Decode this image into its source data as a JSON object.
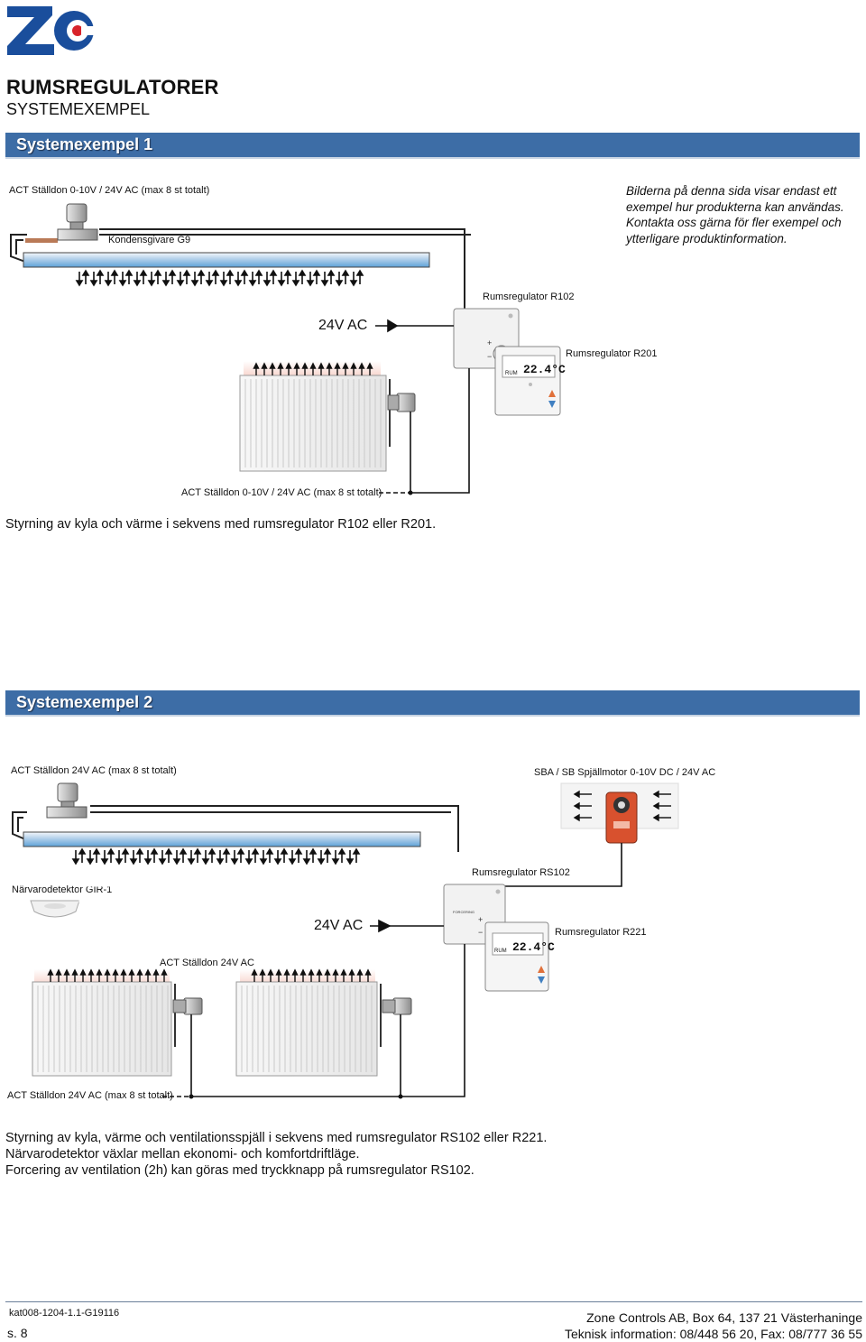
{
  "header": {
    "logo_text": "ZC",
    "title": "RUMSREGULATORER",
    "subtitle": "SYSTEMEXEMPEL"
  },
  "brand_colors": {
    "section_bar": "#3d6da6",
    "logo_blue": "#1a4e9c",
    "logo_red": "#d8232a"
  },
  "example1": {
    "heading": "Systemexempel 1",
    "labels": {
      "actuator_top": "ACT Ställdon 0-10V / 24V AC (max 8 st totalt)",
      "condensation_sensor": "Kondensgivare G9",
      "supply": "24V AC",
      "regulator_a": "Rumsregulator R102",
      "regulator_b": "Rumsregulator R201",
      "actuator_bottom": "ACT Ställdon 0-10V / 24V AC (max 8 st totalt)"
    },
    "display_reading": "22.4°C",
    "display_mode": "RUM",
    "note": "Bilderna på denna sida visar endast ett exempel hur produkterna kan användas. Kontakta oss gärna för fler exempel och ytterligare produktinformation.",
    "caption": "Styrning av kyla och värme i sekvens med rumsregulator R102 eller R201."
  },
  "example2": {
    "heading": "Systemexempel 2",
    "labels": {
      "actuator_top": "ACT Ställdon 24V AC (max 8 st totalt)",
      "damper_motor": "SBA / SB Spjällmotor 0-10V DC / 24V AC",
      "regulator_a": "Rumsregulator RS102",
      "presence_detector": "Närvarodetektor GIR-1",
      "supply": "24V AC",
      "regulator_b": "Rumsregulator R221",
      "actuator_mid": "ACT Ställdon 24V AC",
      "actuator_bottom": "ACT Ställdon 24V AC (max 8 st totalt)"
    },
    "display_reading": "22.4°C",
    "display_mode": "RUM",
    "caption_lines": [
      "Styrning av kyla, värme och ventilationsspjäll i sekvens med rumsregulator RS102 eller R221.",
      "Närvarodetektor växlar mellan ekonomi- och komfortdriftläge.",
      "Forcering av ventilation (2h) kan göras med tryckknapp på rumsregulator RS102."
    ]
  },
  "footer": {
    "doc_code": "kat008-1204-1.1-G19116",
    "page": "s. 8",
    "company": "Zone Controls AB, Box 64, 137 21 Västerhaninge",
    "contact": "Teknisk information: 08/448 56 20, Fax: 08/777 36 55"
  }
}
